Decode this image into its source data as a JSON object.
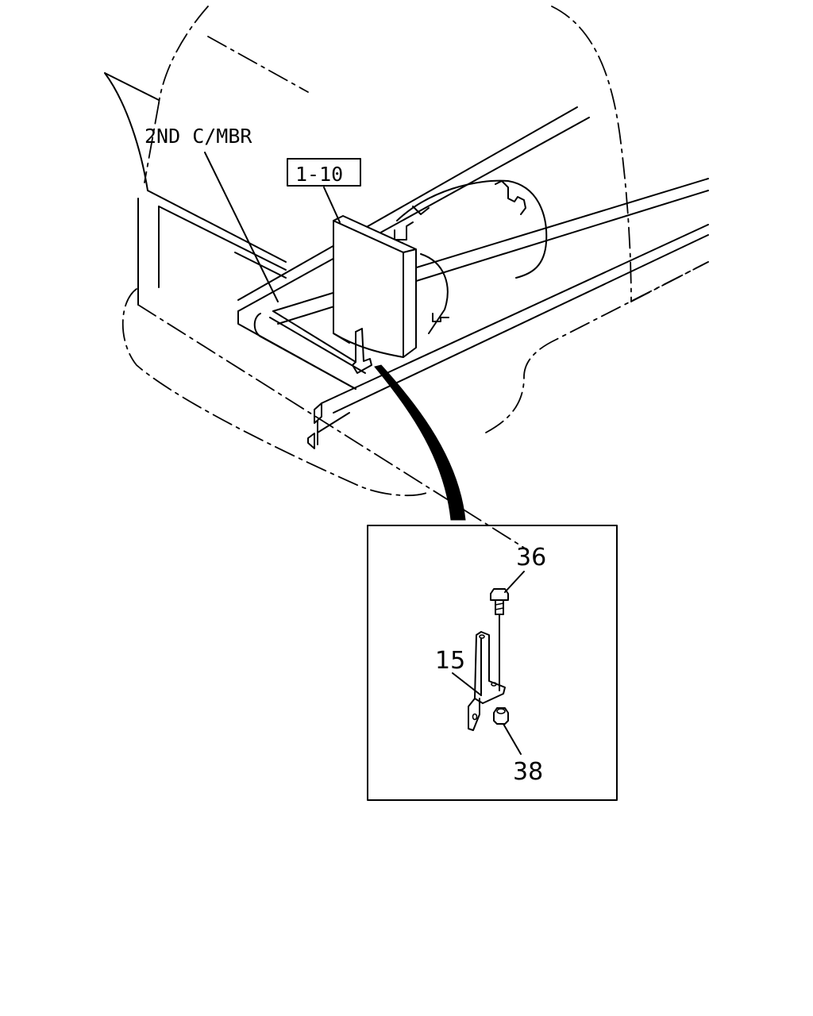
{
  "labels": {
    "member": "2ND C/MBR",
    "reference": "1-10"
  },
  "callouts": {
    "bolt": "36",
    "bracket": "15",
    "nut": "38"
  }
}
